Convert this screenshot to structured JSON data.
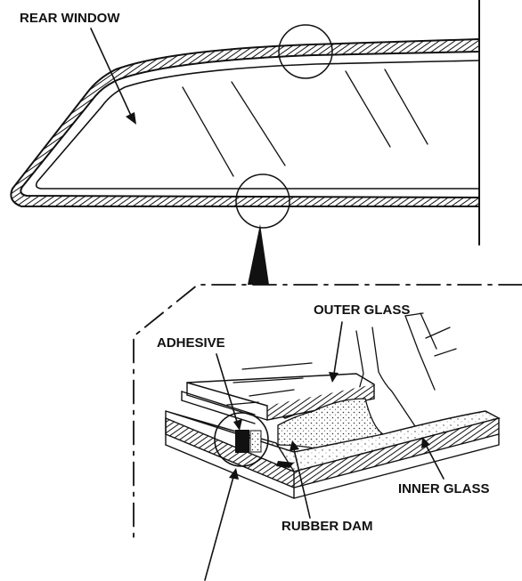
{
  "labels": {
    "rear_window": "REAR  WINDOW",
    "outer_glass": "OUTER  GLASS",
    "adhesive": "ADHESIVE",
    "inner_glass": "INNER  GLASS",
    "rubber_dam": "RUBBER  DAM"
  },
  "colors": {
    "ink": "#111111",
    "background": "#ffffff"
  }
}
